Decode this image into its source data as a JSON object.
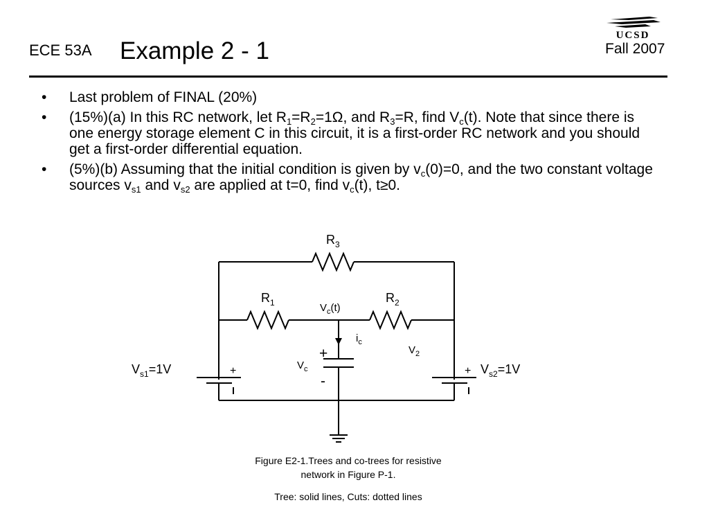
{
  "header": {
    "course": "ECE 53A",
    "title": "Example 2 - 1",
    "term": "Fall 2007",
    "logo_text": "UCSD"
  },
  "bullets": {
    "b1": "Last problem of FINAL (20%)",
    "b2": {
      "t1": "(15%)(a) In this RC network, let R",
      "s1": "1",
      "t2": "=R",
      "s2": "2",
      "t3": "=1Ω, and R",
      "s3": "3",
      "t4": "=R, find V",
      "s4": "c",
      "t5": "(t). Note that since there is one energy storage element C in this circuit, it is a first-order RC network and you should get a first-order differential equation."
    },
    "b3": {
      "t1": "(5%)(b) Assuming that the initial condition is given by v",
      "s1": "c",
      "t2": "(0)=0, and the two constant voltage sources v",
      "s2": "s1",
      "t3": " and v",
      "s3": "s2",
      "t4": " are applied at t=0, find v",
      "s4": "c",
      "t5": "(t), t≥0."
    }
  },
  "circuit": {
    "r3": {
      "main": "R",
      "sub": "3"
    },
    "r1": {
      "main": "R",
      "sub": "1"
    },
    "r2": {
      "main": "R",
      "sub": "2"
    },
    "vct": {
      "main": "V",
      "sub": "c",
      "tail": "(t)"
    },
    "ic": {
      "main": "i",
      "sub": "c"
    },
    "v2": {
      "main": "V",
      "sub": "2"
    },
    "vc": {
      "main": "V",
      "sub": "c"
    },
    "cap_plus": "+",
    "cap_minus": "-",
    "vs1": {
      "main": "V",
      "sub": "s1",
      "tail": "=1V"
    },
    "vs2": {
      "main": "V",
      "sub": "s2",
      "tail": "=1V"
    },
    "src_plus": "+"
  },
  "caption": {
    "line1": "Figure E2-1.Trees and co-trees for resistive",
    "line2": "network in Figure P-1.",
    "line3": "Tree: solid lines, Cuts: dotted lines"
  }
}
